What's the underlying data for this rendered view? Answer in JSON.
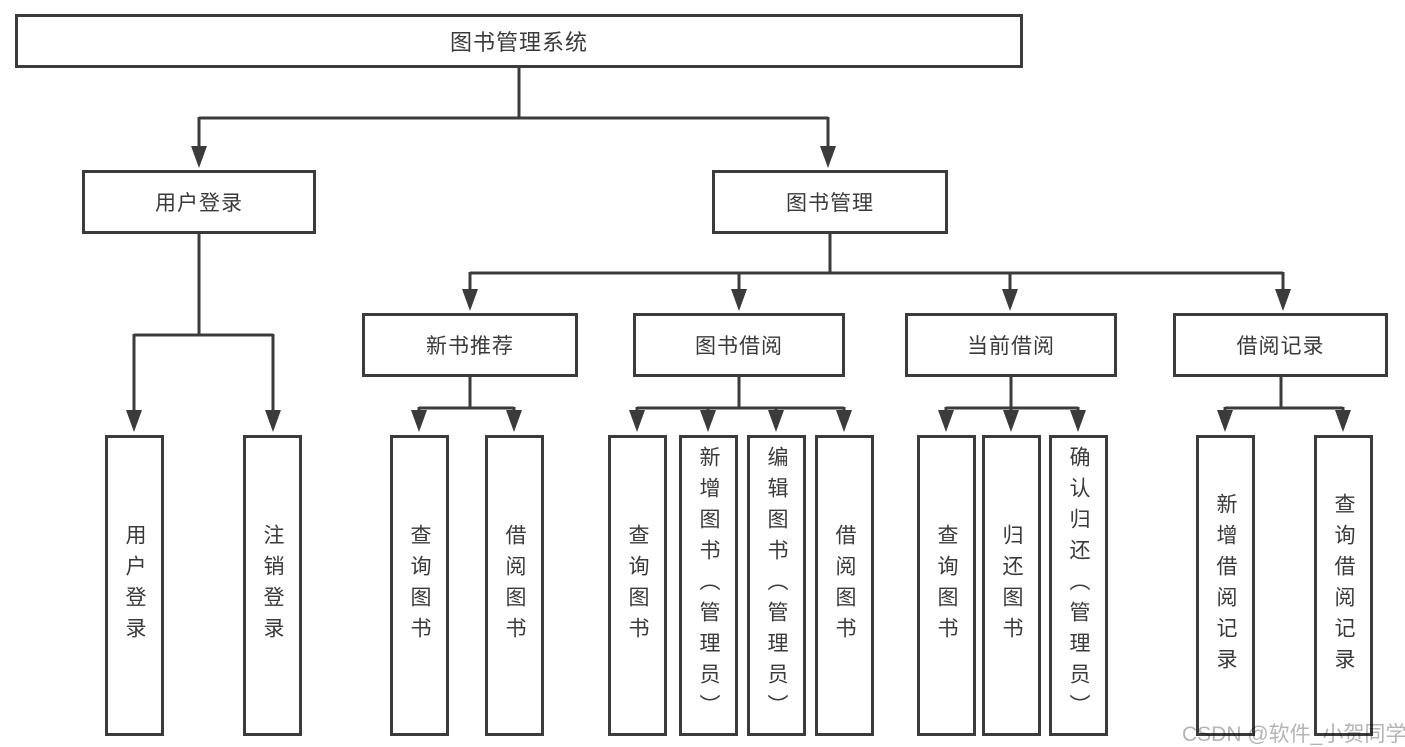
{
  "title": "图书管理系统",
  "tree": {
    "root": {
      "label": "图书管理系统"
    },
    "children": [
      {
        "label": "用户登录",
        "children": [
          {
            "label": "用户登录"
          },
          {
            "label": "注销登录"
          }
        ]
      },
      {
        "label": "图书管理",
        "children": [
          {
            "label": "新书推荐",
            "children": [
              {
                "label": "查询图书"
              },
              {
                "label": "借阅图书"
              }
            ]
          },
          {
            "label": "图书借阅",
            "children": [
              {
                "label": "查询图书"
              },
              {
                "label": "新增图书（管理员）"
              },
              {
                "label": "编辑图书（管理员）"
              },
              {
                "label": "借阅图书"
              }
            ]
          },
          {
            "label": "当前借阅",
            "children": [
              {
                "label": "查询图书"
              },
              {
                "label": "归还图书"
              },
              {
                "label": "确认归还（管理员）"
              }
            ]
          },
          {
            "label": "借阅记录",
            "children": [
              {
                "label": "新增借阅记录"
              },
              {
                "label": "查询借阅记录"
              }
            ]
          }
        ]
      }
    ]
  },
  "watermark": {
    "text": "CSDN @软件_小贺同学",
    "color": "#b4b4b4"
  },
  "colors": {
    "line": "#3b3b3b",
    "box_border": "#3b3b3b",
    "text": "#3a3a3a",
    "watermark": "#b4b4b4",
    "background": "#ffffff"
  }
}
